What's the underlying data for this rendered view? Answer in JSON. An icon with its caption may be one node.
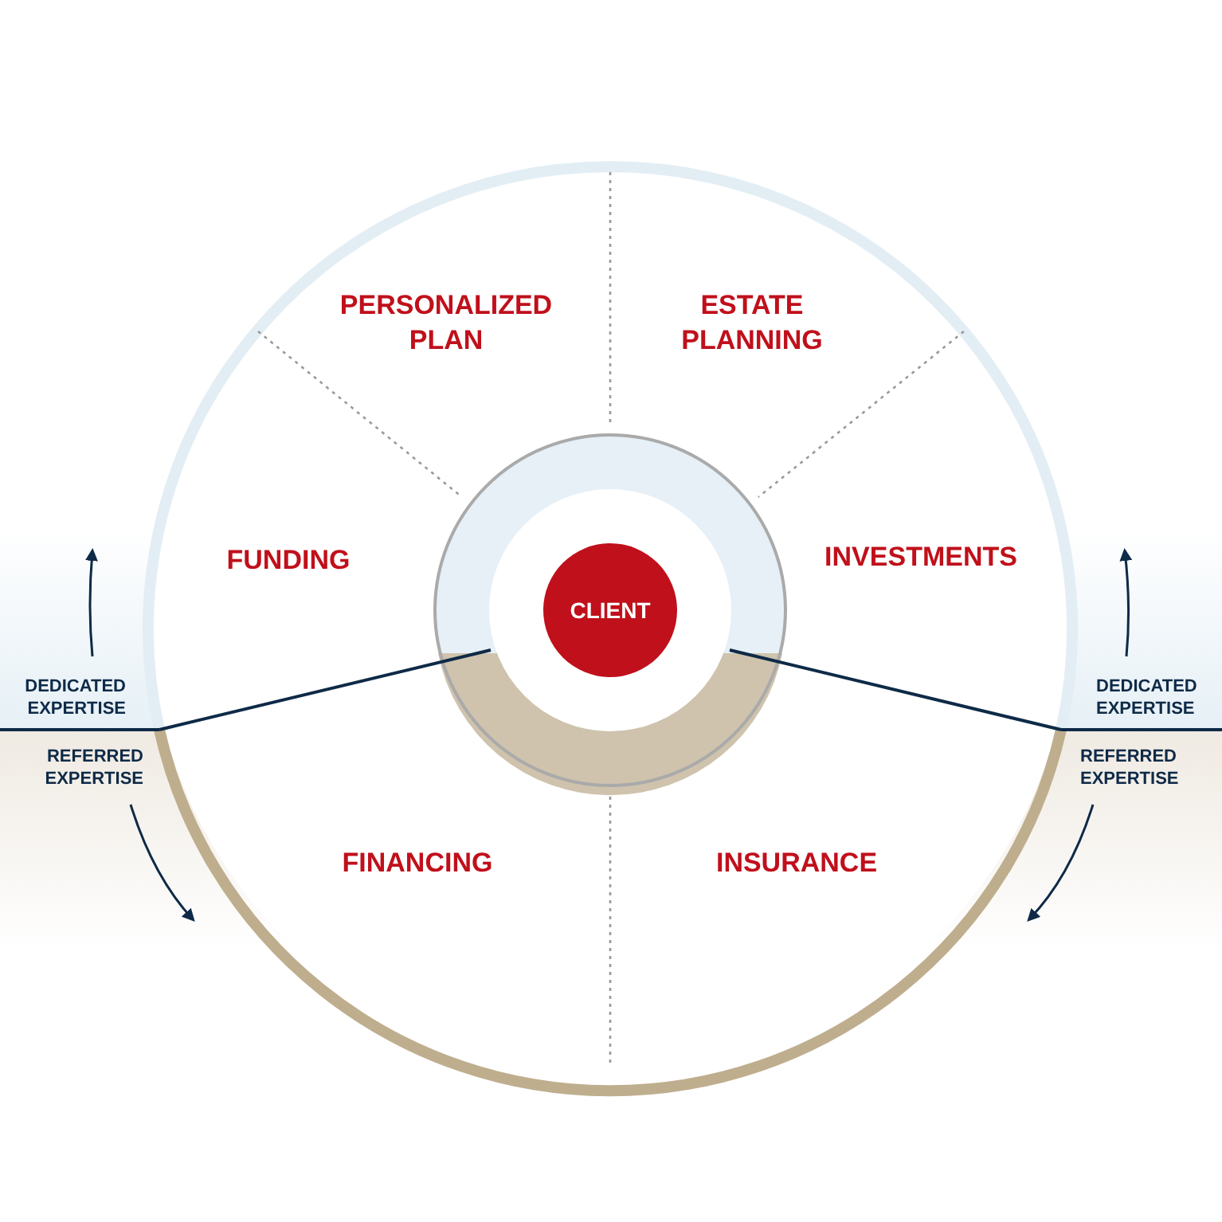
{
  "diagram": {
    "nodes": [
      {
        "text": [
          "CLIENT"
        ]
      }
    ],
    "edges": [],
    "labels": [
      "PERSONALIZED PLAN",
      "ESTATE PLANNING",
      "FUNDING",
      "INVESTMENTS",
      "DEDICATED EXPERTISE",
      "DEDICATED EXPERTISE",
      "REFERRED EXPERTISE",
      "REFERRED EXPERTISE",
      "FINANCING",
      "INSURANCE"
    ]
  }
}
